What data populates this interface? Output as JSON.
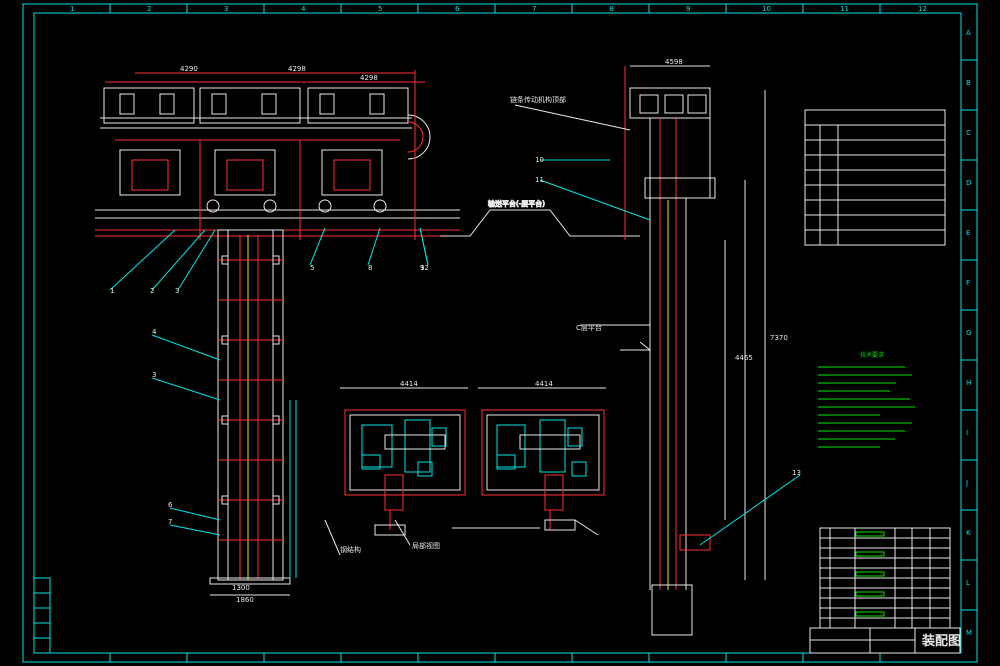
{
  "drawing": {
    "title_block_name": "装配图",
    "column_markers": [
      "1",
      "2",
      "3",
      "4",
      "5",
      "6",
      "7",
      "8",
      "9",
      "10",
      "11",
      "12"
    ],
    "row_markers": [
      "A",
      "B",
      "C",
      "D",
      "E",
      "F",
      "G",
      "H",
      "I",
      "J",
      "K",
      "L",
      "M"
    ],
    "tech_table_title": "技术要求",
    "part_balloons": [
      "1",
      "2",
      "3",
      "4",
      "3",
      "5",
      "6",
      "7",
      "8",
      "9",
      "10",
      "11",
      "12",
      "13"
    ],
    "dimensions": {
      "top_overall": "4598",
      "top_a": "4290",
      "top_b": "4298",
      "top_c": "4298",
      "bottom_width": "1300",
      "bottom_width2": "1860",
      "section_a": "4414",
      "section_b": "4414",
      "right_tall": "7370",
      "right_mid": "4465"
    },
    "notes": {
      "level_top": "链条传动机构顶部",
      "level_mid": "输送平台(-层平台)",
      "level_low": "C层平台",
      "label_bottom": "钢结构",
      "label_section": "局部视图"
    }
  }
}
